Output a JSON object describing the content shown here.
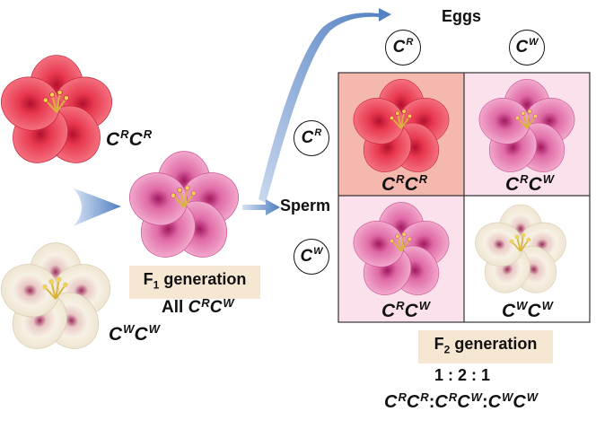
{
  "labels": {
    "eggs": "Eggs",
    "sperm": "Sperm",
    "f1_generation": {
      "base": "F",
      "sub": "1",
      "rest": " generation"
    },
    "f1_note": "All",
    "f2_generation": {
      "base": "F",
      "sub": "2",
      "rest": " generation"
    },
    "ratio": "1 : 2 : 1"
  },
  "genotypes": {
    "parent_red": {
      "g1": "C",
      "a1": "R",
      "g2": "C",
      "a2": "R"
    },
    "parent_white": {
      "g1": "C",
      "a1": "W",
      "g2": "C",
      "a2": "W"
    },
    "f1": {
      "g1": "C",
      "a1": "R",
      "g2": "C",
      "a2": "W"
    },
    "grid_rr": {
      "g1": "C",
      "a1": "R",
      "g2": "C",
      "a2": "R"
    },
    "grid_rw_top": {
      "g1": "C",
      "a1": "R",
      "g2": "C",
      "a2": "W"
    },
    "grid_rw_bottom": {
      "g1": "C",
      "a1": "R",
      "g2": "C",
      "a2": "W"
    },
    "grid_ww": {
      "g1": "C",
      "a1": "W",
      "g2": "C",
      "a2": "W"
    }
  },
  "ratio_genotypes": [
    {
      "g1": "C",
      "a1": "R",
      "g2": "C",
      "a2": "R"
    },
    {
      "g1": "C",
      "a1": "R",
      "g2": "C",
      "a2": "W"
    },
    {
      "g1": "C",
      "a1": "W",
      "g2": "C",
      "a2": "W"
    }
  ],
  "ratio_separator": ":",
  "gametes": {
    "egg_left": {
      "g": "C",
      "a": "R"
    },
    "egg_right": {
      "g": "C",
      "a": "W"
    },
    "sperm_top": {
      "g": "C",
      "a": "R"
    },
    "sperm_bottom": {
      "g": "C",
      "a": "W"
    }
  },
  "colors": {
    "red_flower": "#e8384f",
    "pink_flower": "#e06aa6",
    "white_flower": "#f4eedf",
    "cell_red_bg": "#f4b8ae",
    "cell_pink_bg": "#fbe1ec",
    "label_box": "#f6e7d3",
    "arrow": "#5b86c4"
  }
}
